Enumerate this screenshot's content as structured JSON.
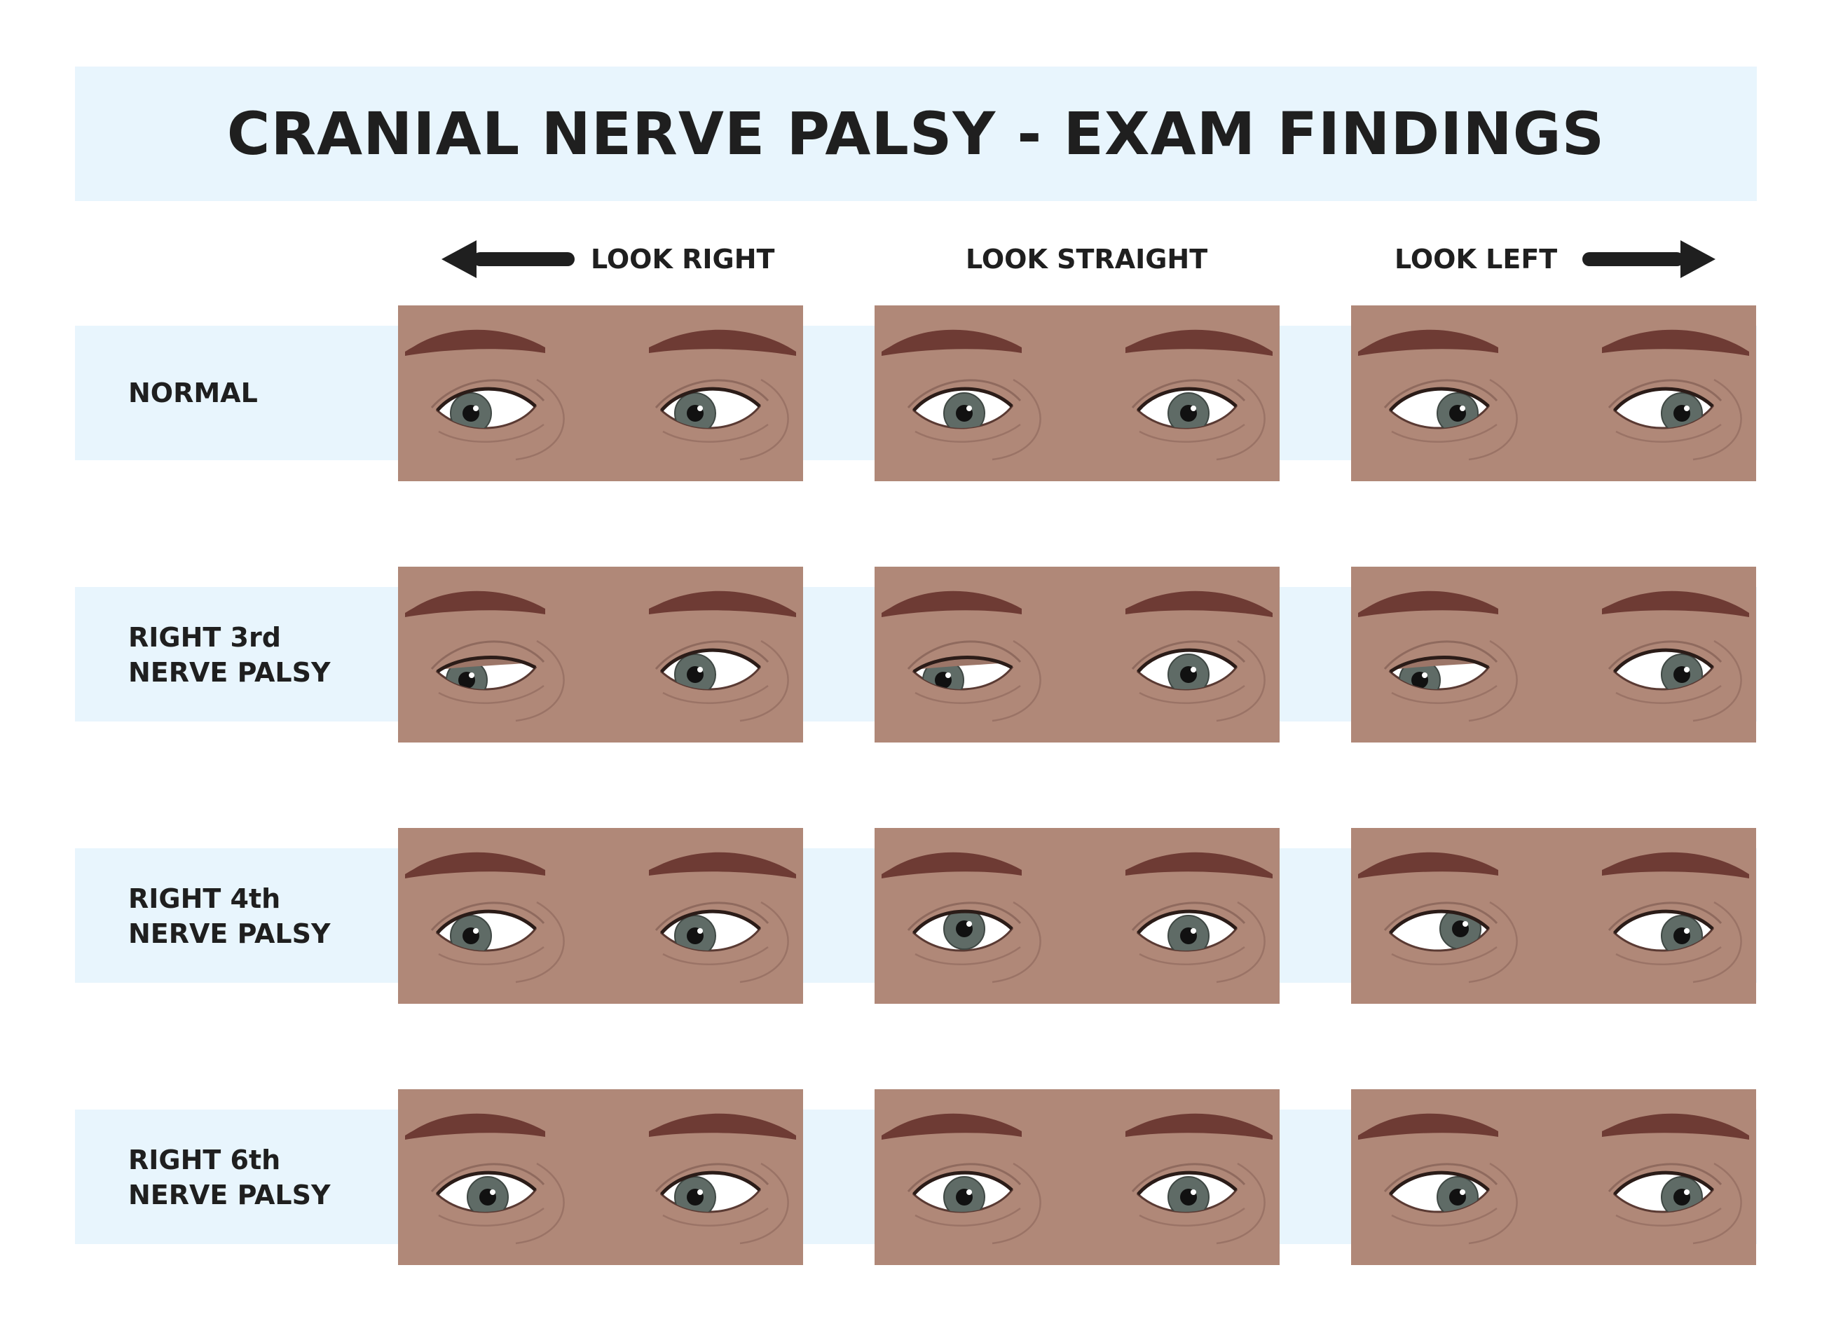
{
  "title": "CRANIAL NERVE PALSY - EXAM FINDINGS",
  "columns": [
    "LOOK RIGHT",
    "LOOK STRAIGHT",
    "LOOK LEFT"
  ],
  "rows": [
    {
      "label": "NORMAL",
      "gaze": [
        [
          "left",
          "left"
        ],
        [
          "center",
          "center"
        ],
        [
          "right",
          "right"
        ]
      ],
      "droop": false
    },
    {
      "label": "RIGHT 3rd\nNERVE PALSY",
      "gaze": [
        [
          "downout",
          "left"
        ],
        [
          "downout",
          "center"
        ],
        [
          "downout",
          "right"
        ]
      ],
      "droop": true
    },
    {
      "label": "RIGHT 4th\nNERVE PALSY",
      "gaze": [
        [
          "left",
          "left"
        ],
        [
          "up",
          "center"
        ],
        [
          "upin",
          "right"
        ]
      ],
      "droop": false
    },
    {
      "label": "RIGHT 6th\nNERVE PALSY",
      "gaze": [
        [
          "center",
          "left"
        ],
        [
          "center",
          "center"
        ],
        [
          "right",
          "right"
        ]
      ],
      "droop": false
    }
  ],
  "colors": {
    "skin": "#b08878",
    "brow": "#6e3b34",
    "band": "#e8f5fd",
    "iris": "#5f6b66",
    "text": "#1f1f1f"
  },
  "icons": [
    "arrow-left-icon",
    "arrow-right-icon"
  ]
}
